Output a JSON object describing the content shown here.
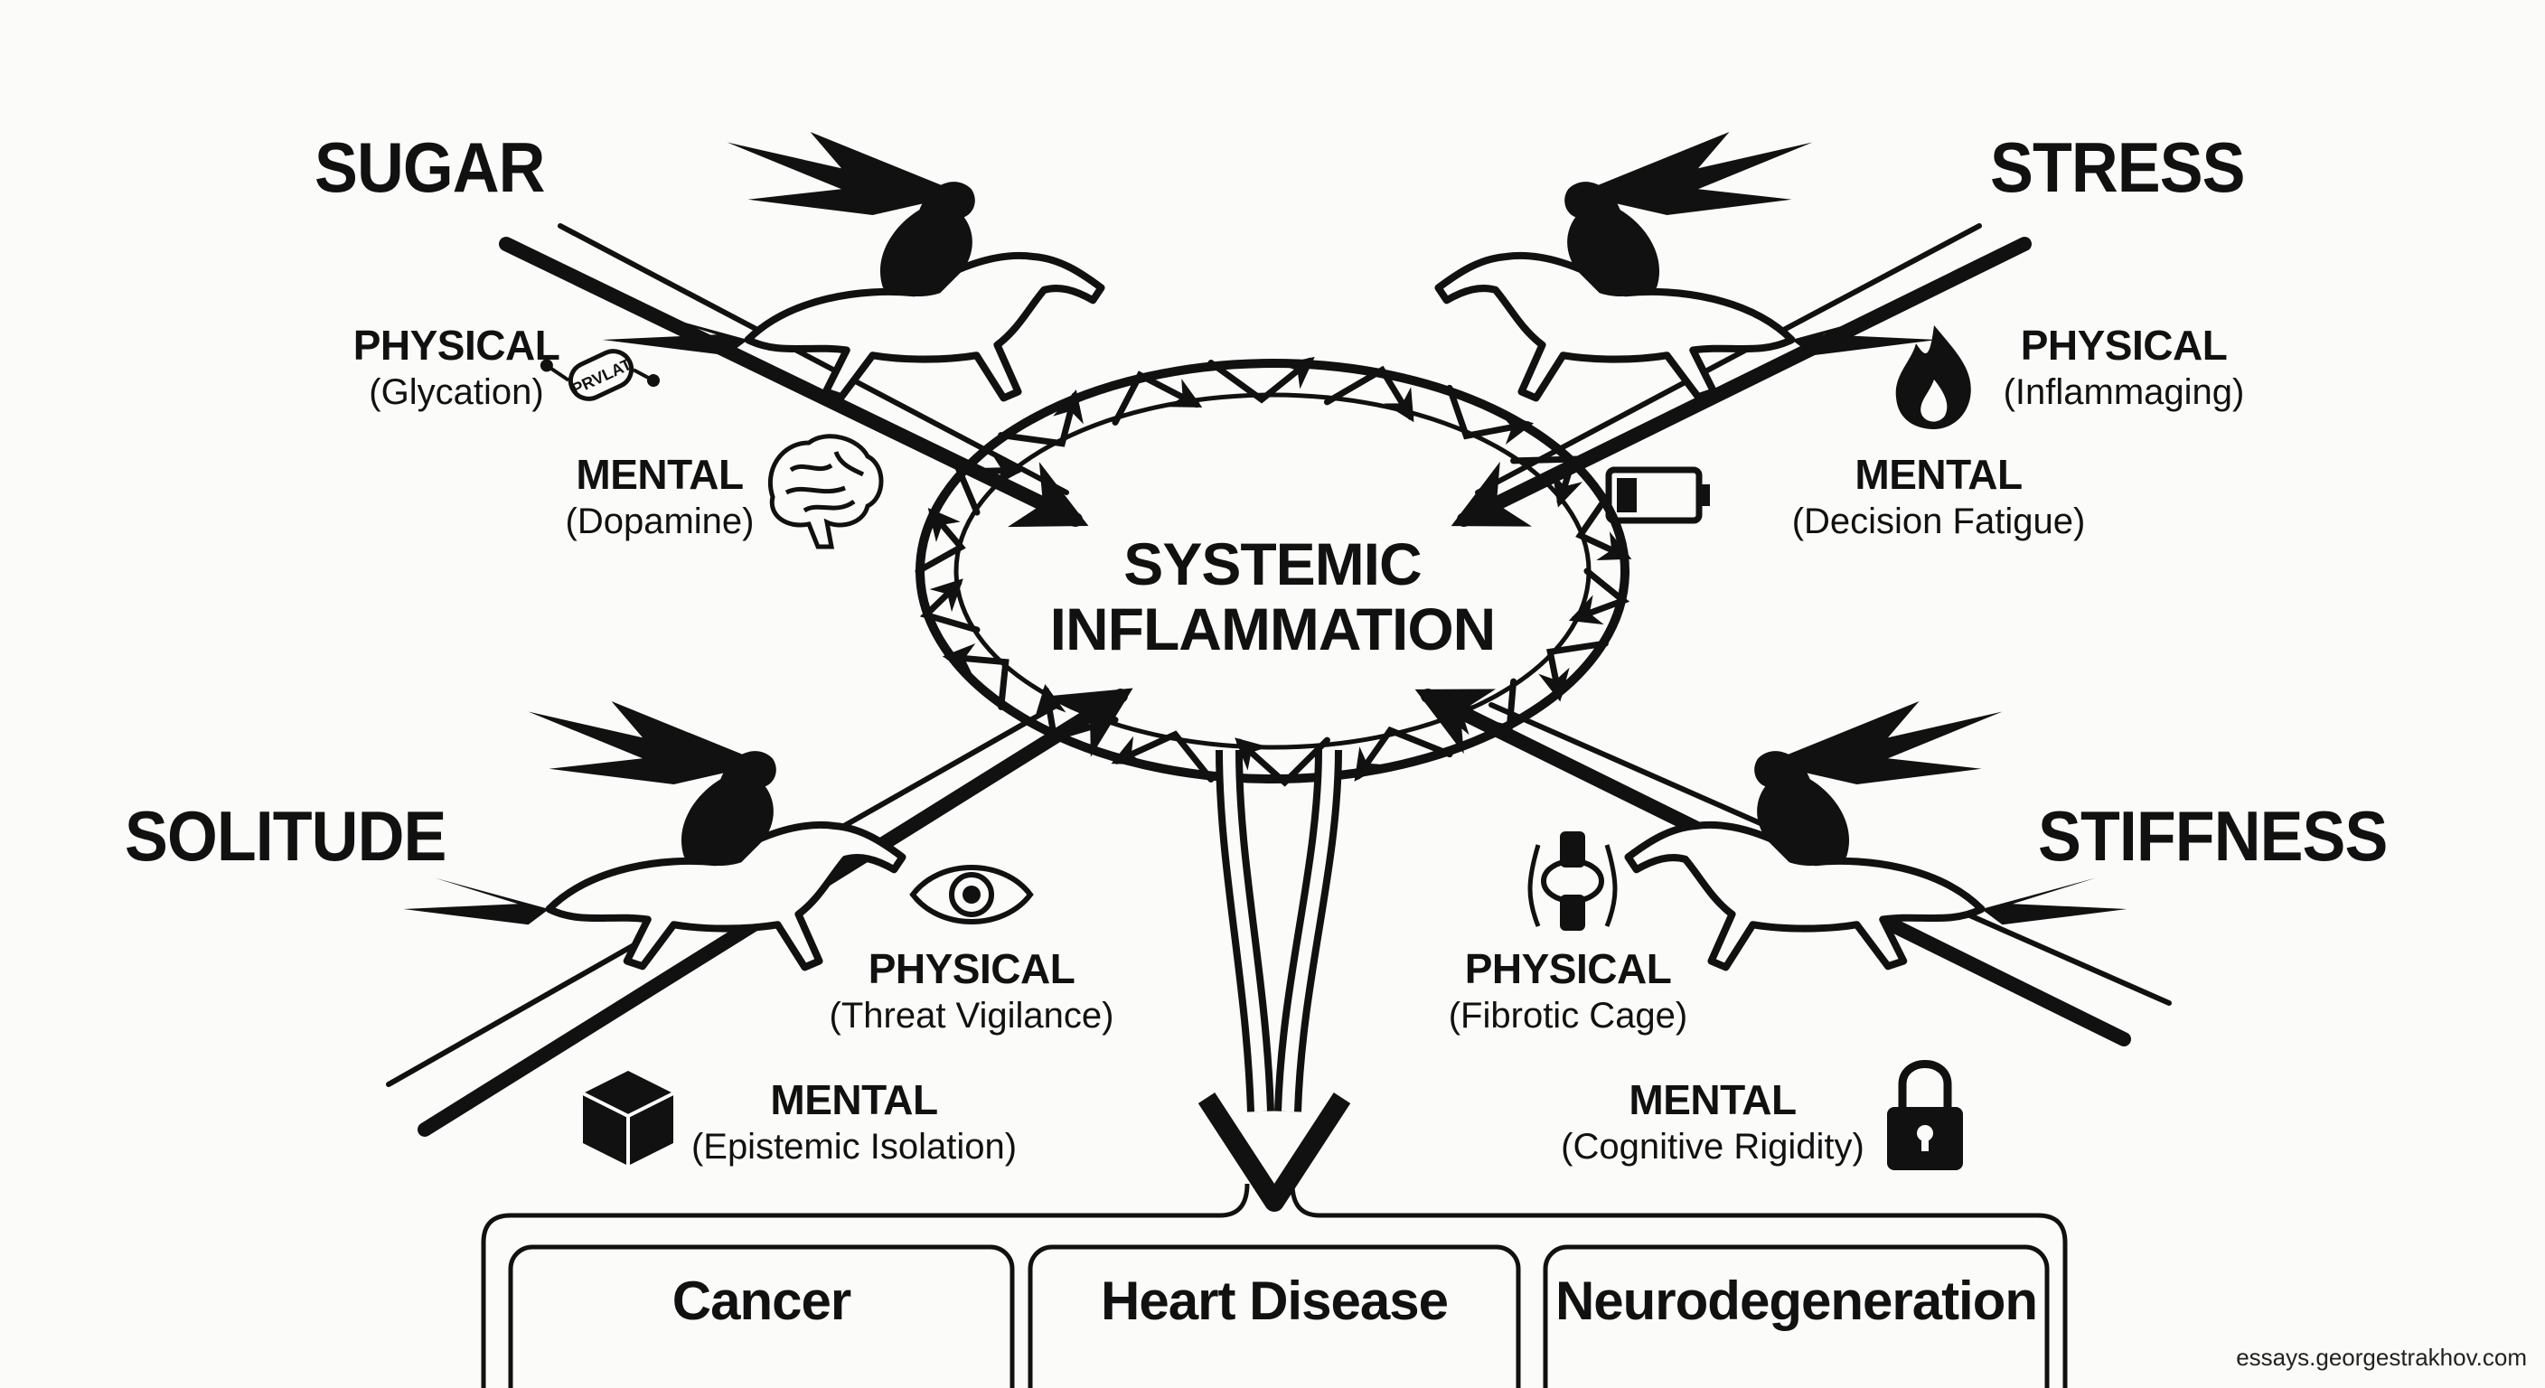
{
  "center": {
    "line1": "SYSTEMIC",
    "line2": "INFLAMMATION"
  },
  "riders": [
    {
      "title": "SUGAR",
      "physical": {
        "head": "PHYSICAL",
        "sub": "(Glycation)",
        "icon": "molecule-icon",
        "icon_text": "PRVLAT"
      },
      "mental": {
        "head": "MENTAL",
        "sub": "(Dopamine)",
        "icon": "brain-icon"
      }
    },
    {
      "title": "STRESS",
      "physical": {
        "head": "PHYSICAL",
        "sub": "(Inflammaging)",
        "icon": "flame-icon"
      },
      "mental": {
        "head": "MENTAL",
        "sub": "(Decision Fatigue)",
        "icon": "low-battery-icon"
      }
    },
    {
      "title": "SOLITUDE",
      "physical": {
        "head": "PHYSICAL",
        "sub": "(Threat Vigilance)",
        "icon": "eye-icon"
      },
      "mental": {
        "head": "MENTAL",
        "sub": "(Epistemic Isolation)",
        "icon": "box-icon"
      }
    },
    {
      "title": "STIFFNESS",
      "physical": {
        "head": "PHYSICAL",
        "sub": "(Fibrotic Cage)",
        "icon": "joint-icon"
      },
      "mental": {
        "head": "MENTAL",
        "sub": "(Cognitive Rigidity)",
        "icon": "padlock-icon"
      }
    }
  ],
  "outcomes": [
    "Cancer",
    "Heart Disease",
    "Neurodegeneration"
  ],
  "watermark": "essays.georgestrakhov.com",
  "colors": {
    "ink": "#111111",
    "background": "#fbfbf9"
  }
}
